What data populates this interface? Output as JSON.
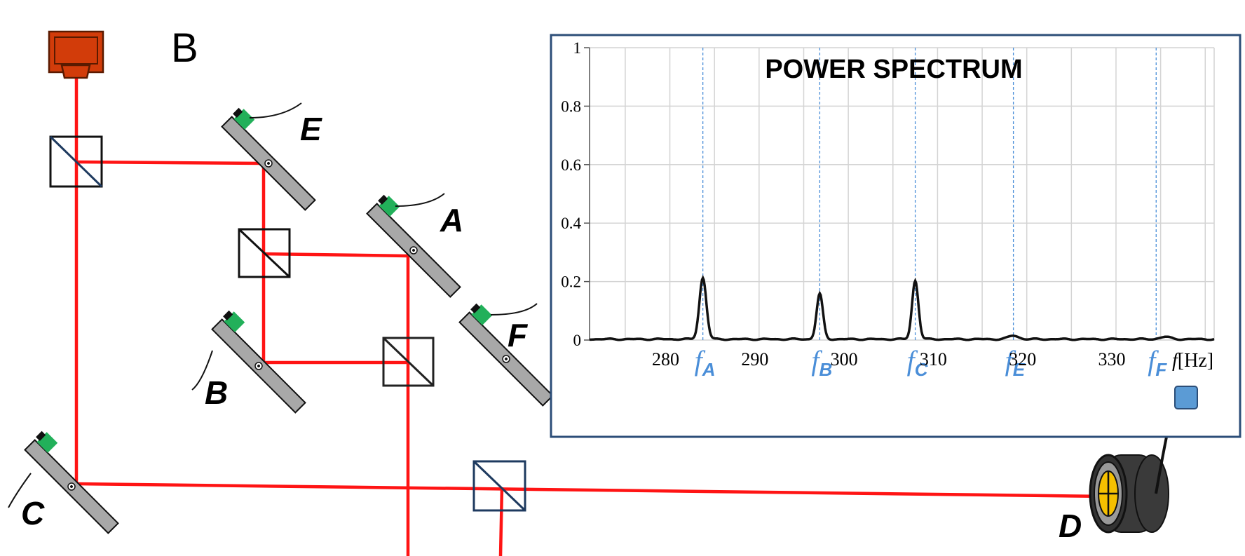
{
  "panel_label": "B",
  "mirror_labels": {
    "A": "A",
    "B": "B",
    "C": "C",
    "E": "E",
    "F": "F"
  },
  "detector_label": "D",
  "colors": {
    "beam": "#ff1414",
    "laser": "#d23c0a",
    "piezo": "#22b05a",
    "mirror": "#a8a8a8",
    "detector_lens": "#f5c000",
    "chart_border": "#2c4e78",
    "marker": "#4a8ed8",
    "spectrum": "#111111",
    "sensor": "#5b9bd5"
  },
  "icons": {
    "laser": "laser-source-icon",
    "beam_splitter": "beam-splitter-icon",
    "mirror": "piezo-mirror-icon",
    "detector": "photodetector-icon",
    "sensor": "sensor-box-icon"
  },
  "chart_data": {
    "type": "line",
    "title": "POWER SPECTRUM",
    "xlabel": "f",
    "xunit": "[Hz]",
    "xlim": [
      271,
      341
    ],
    "ylim": [
      0,
      1
    ],
    "x_ticks": [
      280,
      290,
      300,
      310,
      320,
      330
    ],
    "y_ticks": [
      0,
      0.2,
      0.4,
      0.6,
      0.8,
      1
    ],
    "grid": true,
    "series": [
      {
        "peaks": [
          {
            "x": 283.7,
            "height": 0.21,
            "width": 0.55
          },
          {
            "x": 296.8,
            "height": 0.155,
            "width": 0.5
          },
          {
            "x": 307.5,
            "height": 0.2,
            "width": 0.5
          },
          {
            "x": 318.5,
            "height": 0.012,
            "width": 0.8
          },
          {
            "x": 335.5,
            "height": 0.008,
            "width": 0.8
          }
        ]
      }
    ],
    "markers": [
      {
        "x": 283.7,
        "f": "f",
        "sub": "A"
      },
      {
        "x": 296.8,
        "f": "f",
        "sub": "B"
      },
      {
        "x": 307.5,
        "f": "f",
        "sub": "C"
      },
      {
        "x": 318.5,
        "f": "f",
        "sub": "E"
      },
      {
        "x": 334.5,
        "f": "f",
        "sub": "F"
      }
    ]
  }
}
